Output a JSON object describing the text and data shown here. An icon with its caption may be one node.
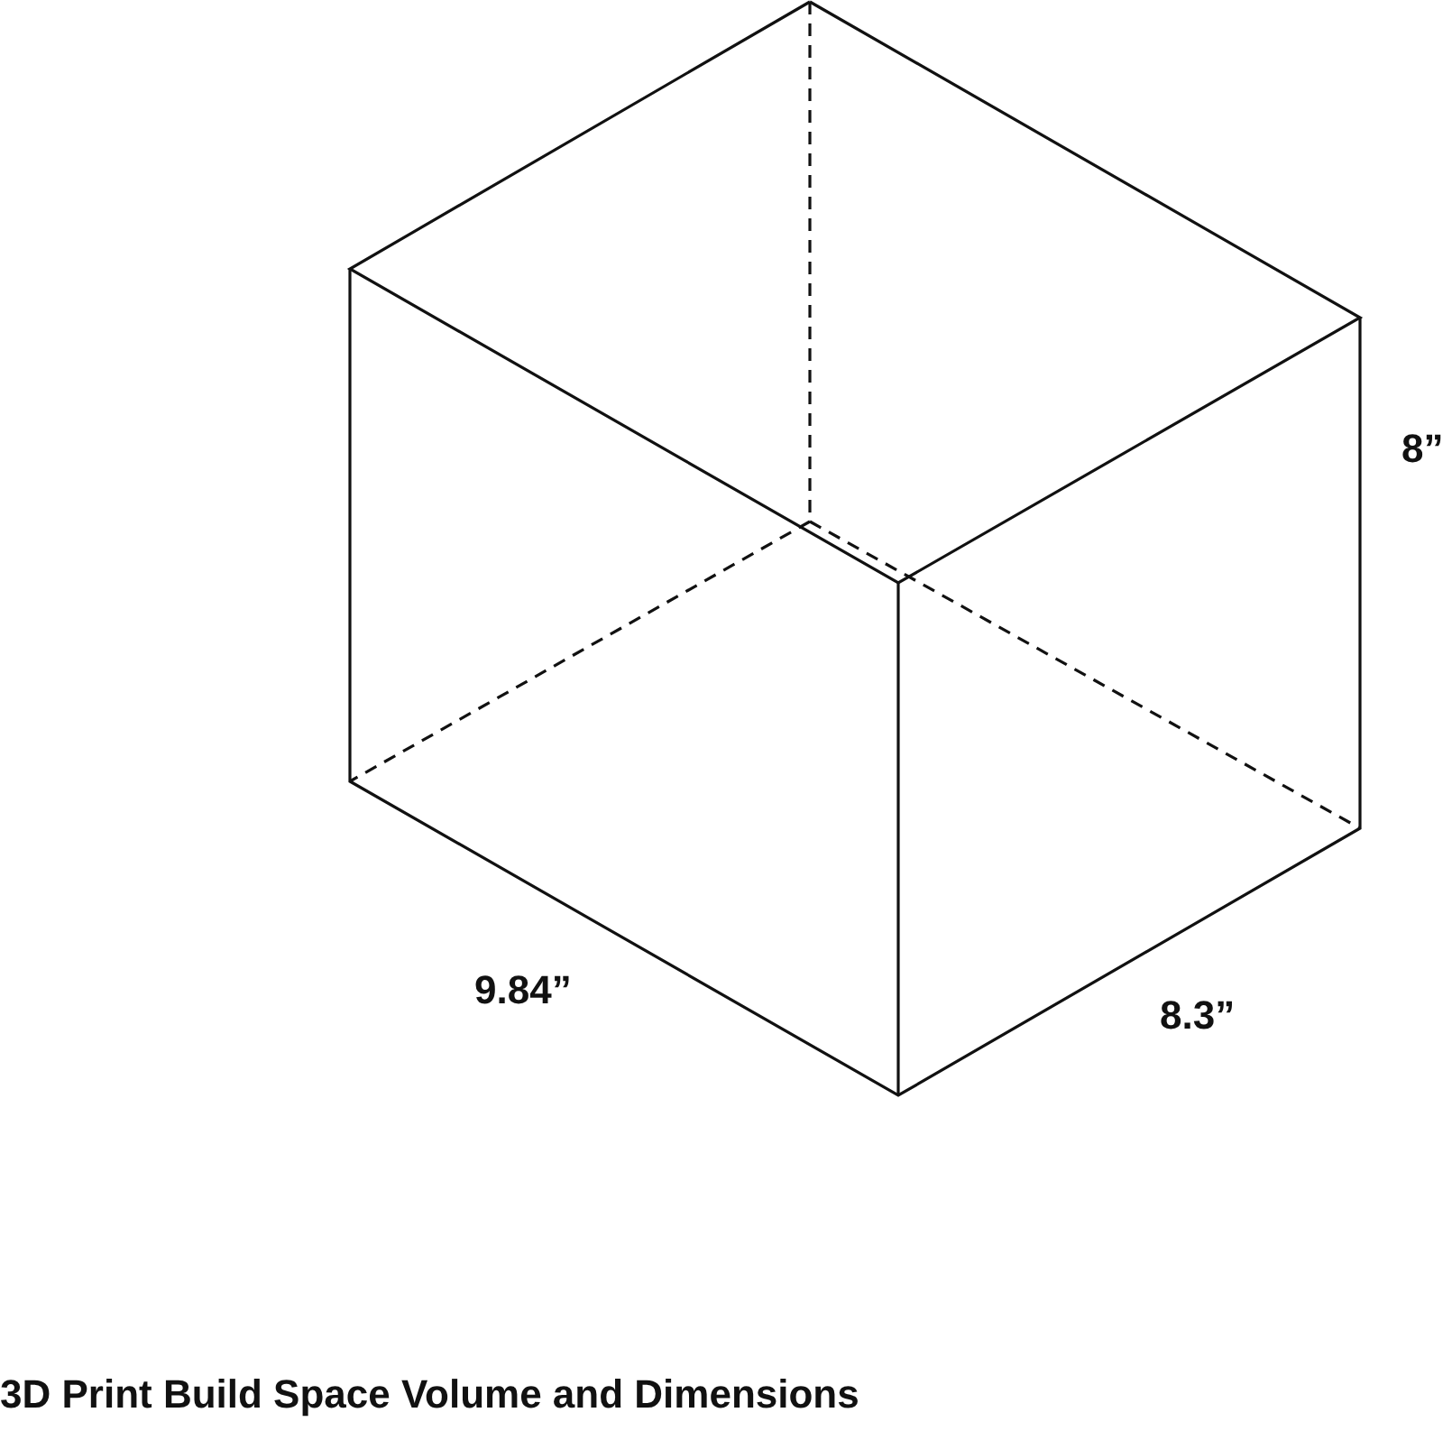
{
  "diagram": {
    "caption": "3D Print Build Space Volume and Dimensions",
    "labels": [
      "8”",
      "9.84”",
      "8.3”"
    ]
  }
}
